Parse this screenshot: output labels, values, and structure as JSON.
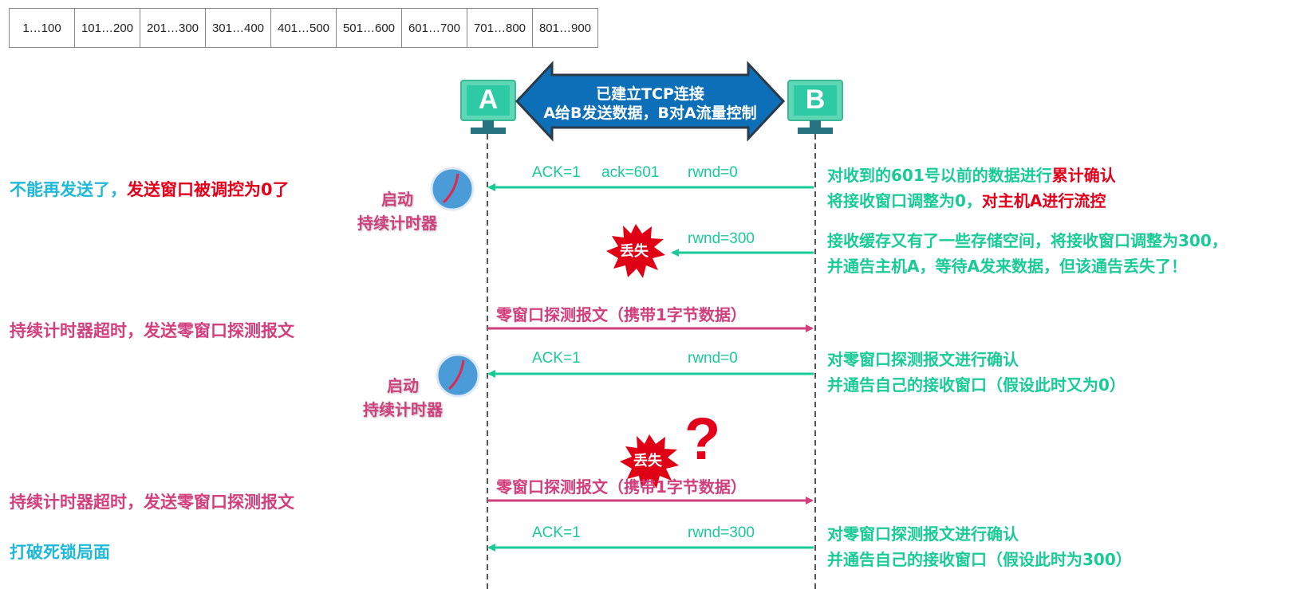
{
  "segments": [
    "1…100",
    "101…200",
    "201…300",
    "301…400",
    "401…500",
    "501…600",
    "601…700",
    "701…800",
    "801…900"
  ],
  "hosts": {
    "a": "A",
    "b": "B"
  },
  "banner": {
    "line1": "已建立TCP连接",
    "line2": "A给B发送数据，B对A流量控制"
  },
  "messages": {
    "m1": {
      "ack_flag": "ACK=1",
      "ack_num": "ack=601",
      "rwnd": "rwnd=0"
    },
    "m2": {
      "rwnd": "rwnd=300",
      "lost": "丢失"
    },
    "m3": {
      "label": "零窗口探测报文（携带1字节数据）"
    },
    "m4": {
      "ack_flag": "ACK=1",
      "rwnd": "rwnd=0"
    },
    "m5": {
      "label": "零窗口探测报文（携带1字节数据）",
      "lost": "丢失",
      "question": "?"
    },
    "m6": {
      "ack_flag": "ACK=1",
      "rwnd": "rwnd=300"
    }
  },
  "left_notes": {
    "n1a": "不能再发送了，",
    "n1b": "发送窗口被调控为0了",
    "timer_start": "启动",
    "timer_name": "持续计时器",
    "n3": "持续计时器超时，发送零窗口探测报文",
    "n5": "持续计时器超时，发送零窗口探测报文",
    "n6": "打破死锁局面"
  },
  "right_notes": {
    "r1a": "对收到的601号以前的数据进行",
    "r1b": "累计确认",
    "r1c": "将接收窗口调整为0，",
    "r1d": "对主机A进行流控",
    "r2a": "接收缓存又有了一些存储空间，将接收窗口调整为300，",
    "r2b": "并通告主机A，等待A发来数据，但该通告丢失了！",
    "r4a": "对零窗口探测报文进行确认",
    "r4b": "并通告自己的接收窗口（假设此时又为0）",
    "r6a": "对零窗口探测报文进行确认",
    "r6b": "并通告自己的接收窗口（假设此时为300）"
  },
  "colors": {
    "green": "#19cb97",
    "pink": "#d13f7d",
    "red": "#e2001a",
    "cyan": "#1fb8d8",
    "banner": "#0d6fb8"
  }
}
